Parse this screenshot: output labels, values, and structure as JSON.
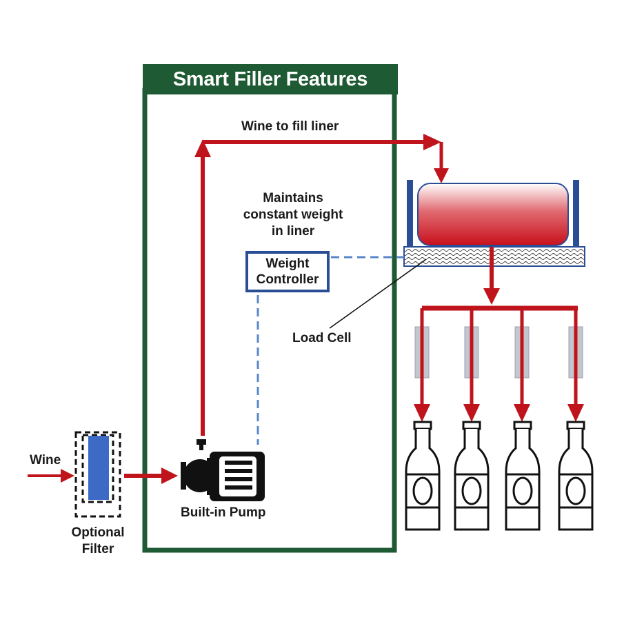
{
  "panel": {
    "title": "Smart Filler Features"
  },
  "labels": {
    "wine_to_fill_liner": "Wine to fill liner",
    "maintains": [
      "Maintains",
      "constant weight",
      "in liner"
    ],
    "weight_controller": [
      "Weight",
      "Controller"
    ],
    "load_cell": "Load Cell",
    "wine": "Wine",
    "optional_filter": [
      "Optional",
      "Filter"
    ],
    "built_in_pump": "Built-in Pump"
  },
  "colors": {
    "panel_green": "#1e5a34",
    "flow_red": "#c0141c",
    "controller_blue": "#2a4e96",
    "signal_dashed_blue": "#5a86c8",
    "filter_blue": "#3d6ac4",
    "tank_red": "#c8101c",
    "tank_wall_blue": "#2a4e96"
  },
  "bottles": {
    "count": 4
  }
}
